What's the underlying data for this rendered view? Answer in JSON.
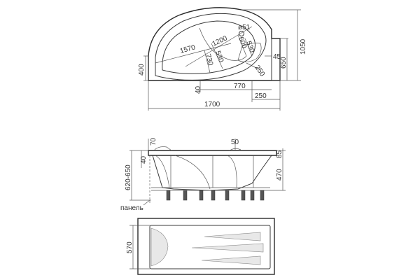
{
  "plan_view": {
    "dim_overall_width": "1700",
    "dim_overall_depth": "1050",
    "dim_inner_depth": "650",
    "dim_left_height": "400",
    "dim_bottom_offset": "770",
    "dim_corner_width": "250",
    "dim_corner_diag": "250",
    "dim_drain": "ø51",
    "dim_diag_long": "1570",
    "dim_diag_mid": "1200",
    "dim_inner_a": "530",
    "dim_inner_b": "730",
    "dim_inner_c": "600",
    "dim_inner_d": "530",
    "dim_small_45": "45",
    "dim_small_40": "40"
  },
  "side_view": {
    "dim_rim_70": "70",
    "dim_offset_50": "50",
    "dim_left_40": "40",
    "dim_total_height": "620-650",
    "dim_right_470": "470",
    "dim_right_85": "85",
    "panel_label": "панель"
  },
  "front_view": {
    "dim_height_570": "570"
  }
}
